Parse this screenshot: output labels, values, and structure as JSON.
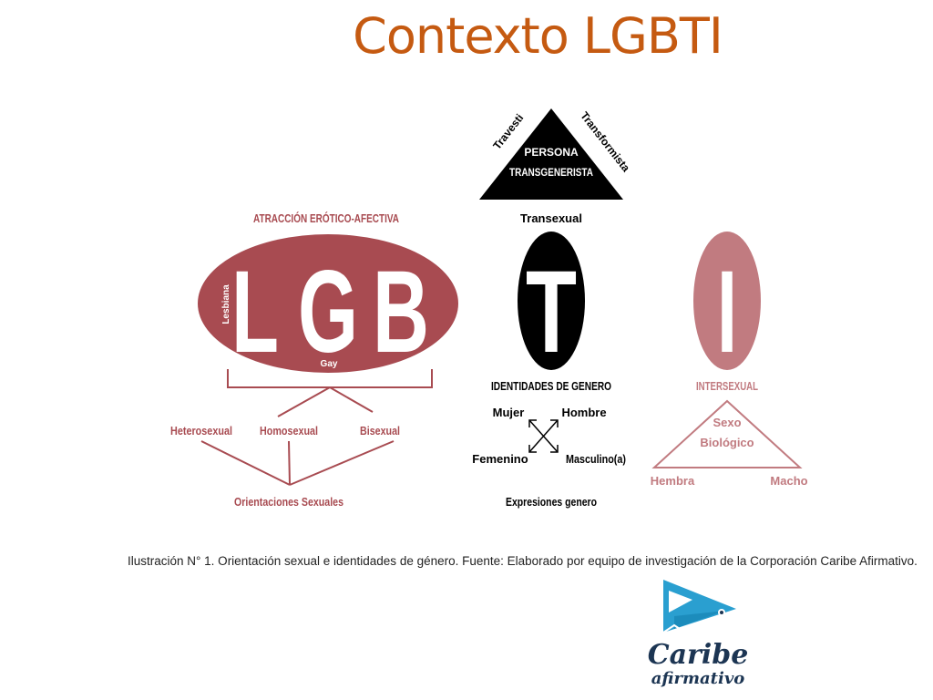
{
  "title": "Contexto LGBTI",
  "colors": {
    "title": "#C55A11",
    "lgb": "#A84B51",
    "intersex": "#C17B80",
    "black": "#000000",
    "logo_blue": "#2A9FD0",
    "logo_navy": "#1C3553"
  },
  "lgb": {
    "heading": "ATRACCIÓN ERÓTICO-AFECTIVA",
    "letters": [
      "L",
      "G",
      "B"
    ],
    "lesbiana": "Lesbiana",
    "gay": "Gay",
    "orientations": [
      "Heterosexual",
      "Homosexual",
      "Bisexual"
    ],
    "footer": "Orientaciones Sexuales"
  },
  "trans": {
    "triangle_title_1": "PERSONA",
    "triangle_title_2": "TRANSGENERISTA",
    "left_side": "Travesti",
    "right_side": "Transformista",
    "below": "Transexual",
    "letter": "T",
    "heading": "IDENTIDADES DE GENERO",
    "mujer": "Mujer",
    "hombre": "Hombre",
    "femenino": "Femenino",
    "masculino": "Masculino(a)",
    "footer": "Expresiones genero"
  },
  "intersex": {
    "letter": "I",
    "heading": "INTERSEXUAL",
    "sexo_1": "Sexo",
    "sexo_2": "Biológico",
    "left": "Hembra",
    "right": "Macho"
  },
  "caption": "Ilustración N° 1. Orientación sexual e identidades de género. Fuente: Elaborado por equipo de investigación de la Corporación Caribe Afirmativo.",
  "logo": {
    "line1": "Caribe",
    "line2": "afirmativo",
    "icon": "fish-triangle-icon"
  }
}
